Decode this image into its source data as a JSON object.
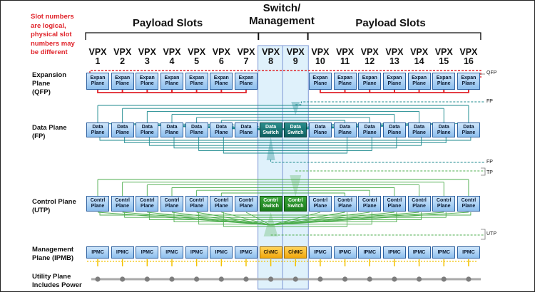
{
  "note": [
    "Slot numbers",
    "are logical,",
    "physical slot",
    "numbers may",
    "be different"
  ],
  "groups": {
    "left_payload": "Payload Slots",
    "switch": [
      "Switch/",
      "Management"
    ],
    "right_payload": "Payload Slots"
  },
  "row_labels": {
    "expansion": [
      "Expansion",
      "Plane",
      "(QFP)"
    ],
    "data": [
      "Data Plane",
      "(FP)"
    ],
    "control": [
      "Control Plane",
      "(UTP)"
    ],
    "management": [
      "Management",
      "Plane (IPMB)"
    ],
    "utility": [
      "Utility Plane",
      "Includes Power"
    ]
  },
  "slot_prefix": "VPX",
  "slots": [
    "1",
    "2",
    "3",
    "4",
    "5",
    "6",
    "7",
    "8",
    "9",
    "10",
    "11",
    "12",
    "13",
    "14",
    "15",
    "16"
  ],
  "switch_slots": [
    "8",
    "9"
  ],
  "modules": {
    "expansion": [
      "Expan",
      "Plane"
    ],
    "data": [
      "Data",
      "Plane"
    ],
    "data_switch": [
      "Data",
      "Switch"
    ],
    "control": [
      "Contrl",
      "Plane"
    ],
    "control_switch": [
      "Contrl",
      "Switch"
    ],
    "ipmc": "IPMC",
    "chmc": "ChMC"
  },
  "side_labels": {
    "qfp": "QFP",
    "fp_top": "FP",
    "fp_bottom": "FP",
    "tp": "TP",
    "utp": "UTP"
  },
  "colors": {
    "card_blue": "#8dbfee",
    "data_switch": "#0f5f61",
    "control_switch": "#187a1a",
    "chmc": "#f1a70c",
    "switch_column": "#dff1fb",
    "red_link": "#e0242b",
    "data_link": "#1c8a8e",
    "control_link": "#4fae4f",
    "ipmb": "#f3c200",
    "utility_line": "#a9a9a9"
  }
}
